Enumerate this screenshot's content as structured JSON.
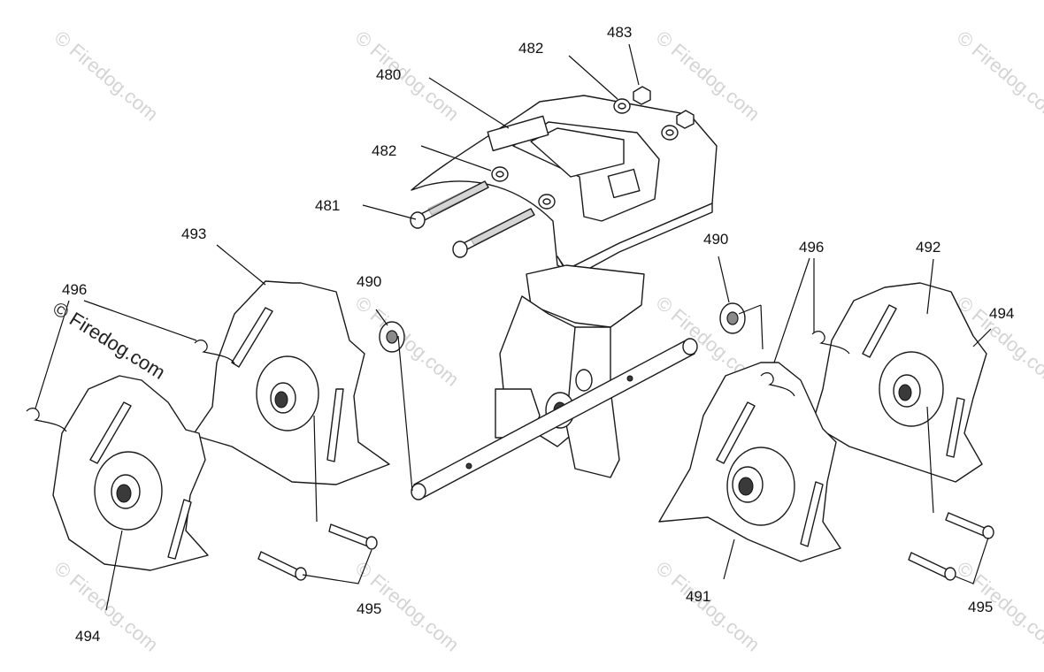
{
  "watermark": {
    "text": "© Firedog.com",
    "prominent_text": "© Firedog.com"
  },
  "callouts": {
    "c480": "480",
    "c481": "481",
    "c482_top": "482",
    "c482_mid": "482",
    "c483": "483",
    "c490_left": "490",
    "c490_right": "490",
    "c491": "491",
    "c492": "492",
    "c493": "493",
    "c494_left": "494",
    "c494_right": "494",
    "c495_left": "495",
    "c495_right": "495",
    "c496_left": "496",
    "c496_right": "496"
  }
}
